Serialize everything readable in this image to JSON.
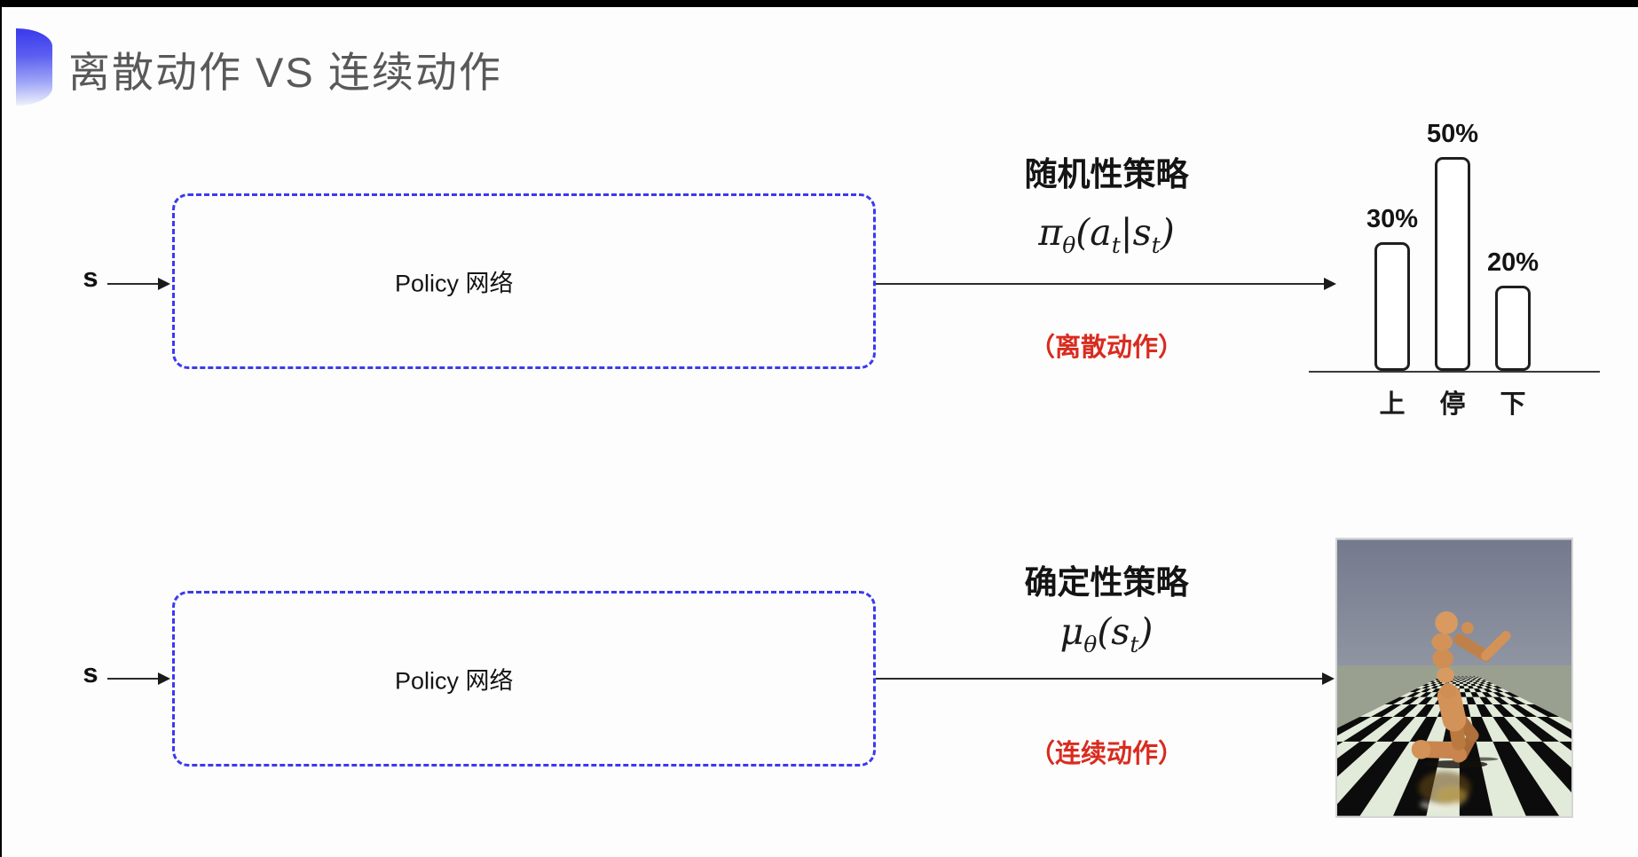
{
  "slide": {
    "title": "离散动作 VS 连续动作"
  },
  "rows": [
    {
      "input_label": "s",
      "box_label": "Policy 网络",
      "policy_title": "随机性策略",
      "policy_note": "（离散动作）",
      "formula": {
        "p1": "π",
        "sub1": "θ",
        "p2": "(a",
        "sub2": "t",
        "p3": "|s",
        "sub3": "t",
        "p4": ")"
      }
    },
    {
      "input_label": "s",
      "box_label": "Policy 网络",
      "policy_title": "确定性策略",
      "policy_note": "（连续动作）",
      "formula": {
        "p1": "μ",
        "sub1": "θ",
        "p2": "(s",
        "sub2": "t",
        "p3": ")"
      }
    }
  ],
  "chart_data": {
    "type": "bar",
    "categories": [
      "上",
      "停",
      "下"
    ],
    "values": [
      30,
      50,
      20
    ],
    "value_labels": [
      "30%",
      "50%",
      "20%"
    ],
    "title": "",
    "xlabel": "",
    "ylabel": "",
    "ylim": [
      0,
      55
    ],
    "grid": false,
    "legend": "none",
    "bar_style": "white fill, black rounded outline"
  },
  "colors": {
    "accent_blue": "#3a3af0",
    "note_red": "#d92b1f",
    "title_gray": "#595959",
    "bar_outline": "#1f1f1f",
    "robot_tan": "#d89a60",
    "sky_gray_blue": "#7b8193",
    "tile_light": "#e2ead9",
    "tile_dark": "#0c0c0c"
  }
}
